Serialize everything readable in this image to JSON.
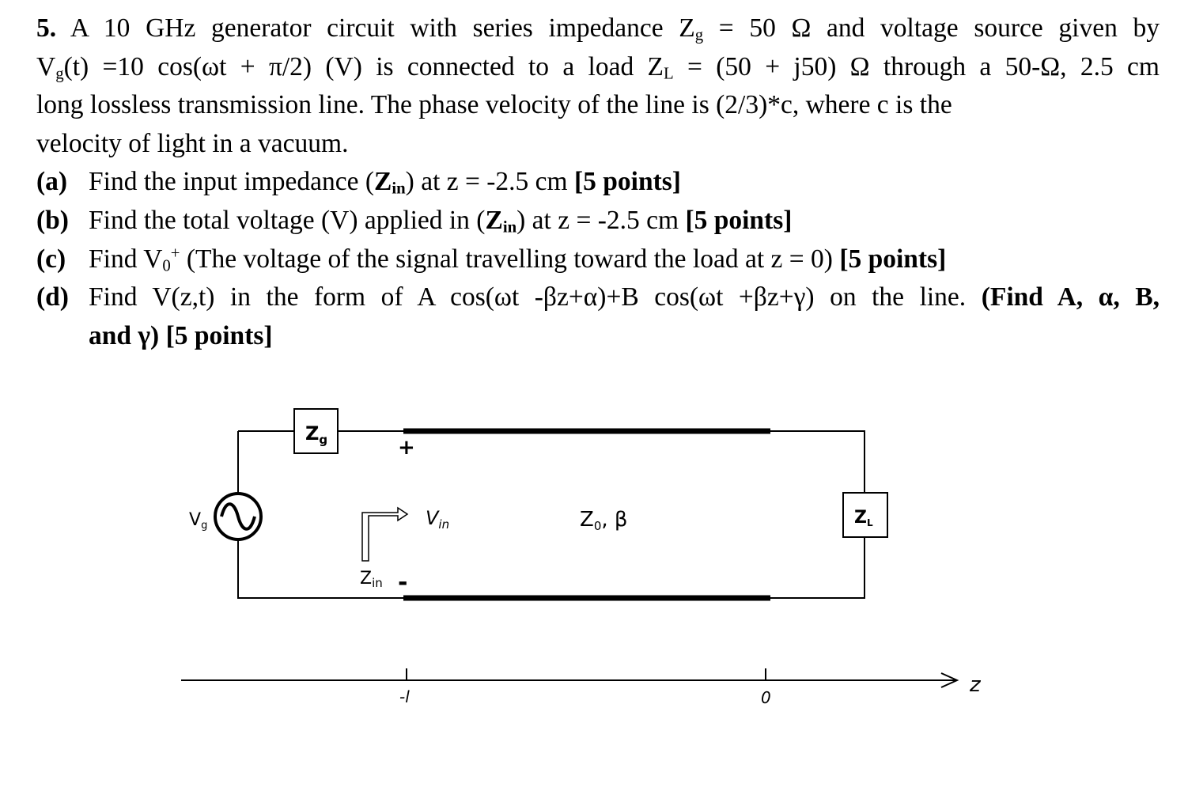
{
  "problem": {
    "number": "5.",
    "intro_1": " A 10 GHz generator circuit with series impedance Z",
    "zg_sub": "g",
    "intro_2": " = 50 Ω and voltage source given by",
    "line2_a": "V",
    "vg_sub": "g",
    "line2_b": "(t) =10 cos(ωt + π/2) (V) is connected to a load Z",
    "zl_sub": "L",
    "line2_c": " = (50 + j50) Ω through a 50-Ω, 2.5 cm",
    "line3": "long lossless transmission line. The phase velocity of the line is (2/3)*c, where c is the",
    "line4": "velocity of light in a vacuum.",
    "parts": [
      {
        "label": "(a)",
        "text_a": "Find the input impedance (",
        "bold_z": "Z",
        "bold_sub": "in",
        "text_b": ") at z = -2.5 cm ",
        "points": "[5 points]"
      },
      {
        "label": "(b)",
        "text_a": "Find the total voltage (V) applied in (",
        "bold_z": "Z",
        "bold_sub": "in",
        "text_b": ") at z = -2.5 cm ",
        "points": "[5 points]"
      },
      {
        "label": "(c)",
        "text_a": "Find V",
        "v_sub": "0",
        "v_sup": "+",
        "text_b": " (The voltage of the signal travelling toward the load at z = 0) ",
        "points": "[5 points]"
      },
      {
        "label": "(d)",
        "text_a": "Find V(z,t) in the form of A cos(ωt -βz+α)+B cos(ωt +βz+γ) on the line. ",
        "bold_a": "(Find A, α, B,",
        "bold_b": "and γ) [5 points]"
      }
    ]
  },
  "diagram": {
    "zg_label": "Z",
    "zg_label_sub": "g",
    "source_label": "V",
    "source_label_sub": "g",
    "plus_label": "+",
    "minus_label": "-",
    "vin_label": "V",
    "vin_label_sub": "in",
    "zin_label": "Z",
    "zin_label_sub": "in",
    "line_label": "Z",
    "line_label_sub": "0",
    "line_label_beta": ", β",
    "zl_label": "Z",
    "zl_label_sub": "L",
    "axis_label": "z",
    "tick_left_label": "-l",
    "tick_right_label": "0"
  }
}
